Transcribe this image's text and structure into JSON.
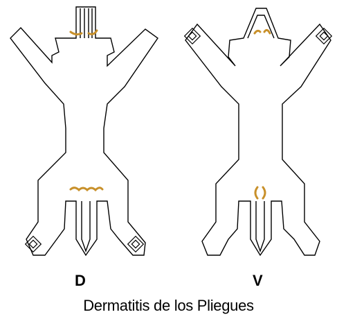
{
  "figure": {
    "views": [
      {
        "id": "dorsal",
        "label": "D"
      },
      {
        "id": "ventral",
        "label": "V"
      }
    ],
    "caption": "Dermatitis de los Pliegues",
    "colors": {
      "outline": "#000000",
      "lesion": "#c8902a",
      "background": "#ffffff"
    }
  }
}
